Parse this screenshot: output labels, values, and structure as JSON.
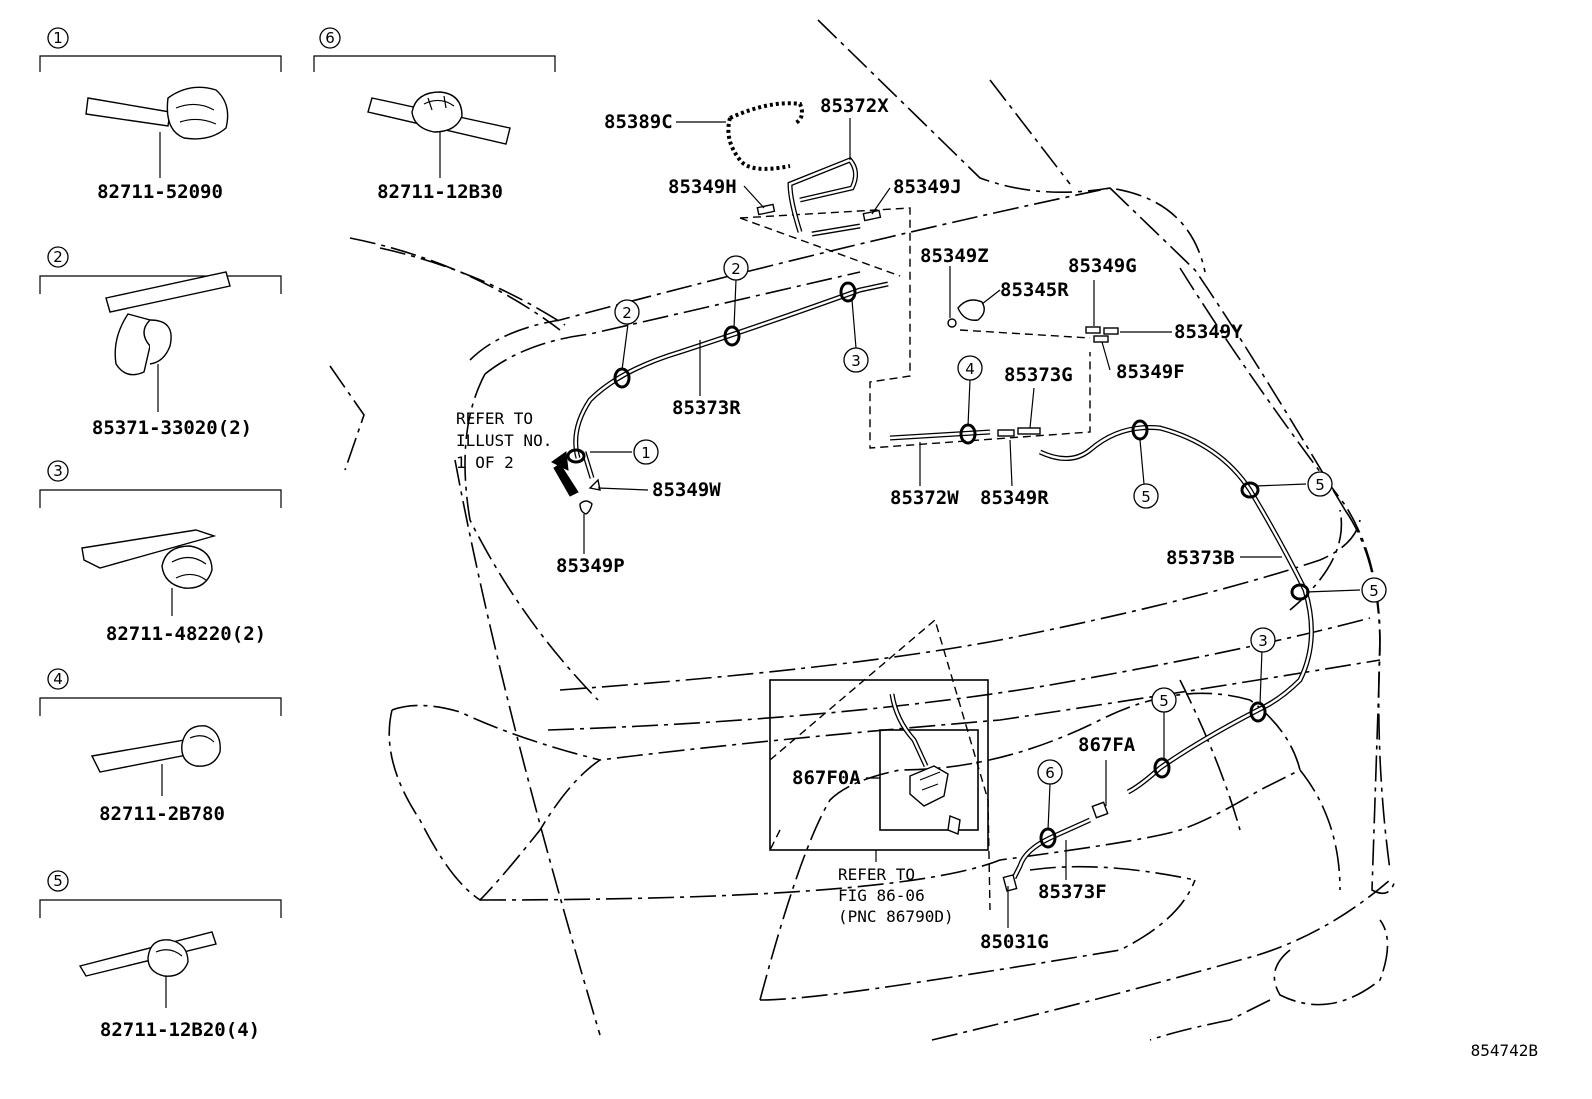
{
  "legend": [
    {
      "index": "1",
      "part_number": "82711-52090"
    },
    {
      "index": "6",
      "part_number": "82711-12B30"
    },
    {
      "index": "2",
      "part_number": "85371-33020(2)"
    },
    {
      "index": "3",
      "part_number": "82711-48220(2)"
    },
    {
      "index": "4",
      "part_number": "82711-2B780"
    },
    {
      "index": "5",
      "part_number": "82711-12B20(4)"
    }
  ],
  "labels": {
    "l85389C": "85389C",
    "l85372X": "85372X",
    "l85349H": "85349H",
    "l85349J": "85349J",
    "l85349Z": "85349Z",
    "l85345R": "85345R",
    "l85349G": "85349G",
    "l85349Y": "85349Y",
    "l85349F": "85349F",
    "l85373R": "85373R",
    "l85373G": "85373G",
    "l85349W": "85349W",
    "l85349P": "85349P",
    "l85372W": "85372W",
    "l85349R": "85349R",
    "l85373B": "85373B",
    "l867F0A": "867F0A",
    "l867FA": "867FA",
    "l85373F": "85373F",
    "l85031G": "85031G"
  },
  "refer_illust": [
    "REFER TO",
    "ILLUST NO.",
    "1 OF 2"
  ],
  "refer_fig": [
    "REFER TO",
    "FIG 86-06",
    "(PNC 86790D)"
  ],
  "callouts": {
    "c2a": "2",
    "c2b": "2",
    "c3a": "3",
    "c1a": "1",
    "c4a": "4",
    "c5a": "5",
    "c5b": "5",
    "c5c": "5",
    "c3b": "3",
    "c5d": "5",
    "c6a": "6"
  },
  "drawing_id": "854742B"
}
